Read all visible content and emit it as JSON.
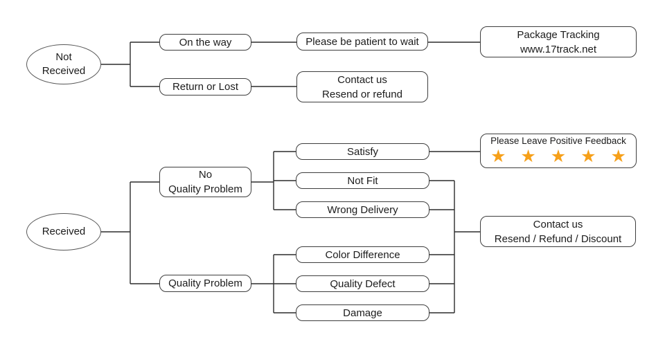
{
  "colors": {
    "background": "#ffffff",
    "line": "#2b2b2b",
    "box_border": "#3d3d3d",
    "text": "#1b1b1b",
    "star_orange": "#f6a01a"
  },
  "nodes": {
    "not_received": {
      "label": "Not\nReceived"
    },
    "received": {
      "label": "Received"
    },
    "on_the_way": {
      "label": "On the way"
    },
    "return_or_lost": {
      "label": "Return or Lost"
    },
    "please_wait": {
      "label": "Please be patient to wait"
    },
    "contact_resend_refund": {
      "label": "Contact us\nResend or refund"
    },
    "package_tracking": {
      "label": "Package Tracking\nwww.17track.net"
    },
    "no_quality_problem": {
      "label": "No\nQuality Problem"
    },
    "quality_problem": {
      "label": "Quality Problem"
    },
    "satisfy": {
      "label": "Satisfy"
    },
    "not_fit": {
      "label": "Not Fit"
    },
    "wrong_delivery": {
      "label": "Wrong Delivery"
    },
    "color_difference": {
      "label": "Color Difference"
    },
    "quality_defect": {
      "label": "Quality Defect"
    },
    "damage": {
      "label": "Damage"
    },
    "positive_feedback": {
      "label": "Please Leave Positive Feedback",
      "stars": "★ ★ ★ ★ ★"
    },
    "contact_discount": {
      "label": "Contact us\nResend / Refund / Discount"
    }
  },
  "edges": [
    [
      "not_received",
      "on_the_way"
    ],
    [
      "not_received",
      "return_or_lost"
    ],
    [
      "on_the_way",
      "please_wait"
    ],
    [
      "please_wait",
      "package_tracking"
    ],
    [
      "return_or_lost",
      "contact_resend_refund"
    ],
    [
      "received",
      "no_quality_problem"
    ],
    [
      "received",
      "quality_problem"
    ],
    [
      "no_quality_problem",
      "satisfy"
    ],
    [
      "no_quality_problem",
      "not_fit"
    ],
    [
      "no_quality_problem",
      "wrong_delivery"
    ],
    [
      "satisfy",
      "positive_feedback"
    ],
    [
      "quality_problem",
      "color_difference"
    ],
    [
      "quality_problem",
      "quality_defect"
    ],
    [
      "quality_problem",
      "damage"
    ],
    [
      "not_fit",
      "contact_discount"
    ],
    [
      "wrong_delivery",
      "contact_discount"
    ],
    [
      "color_difference",
      "contact_discount"
    ],
    [
      "quality_defect",
      "contact_discount"
    ],
    [
      "damage",
      "contact_discount"
    ]
  ]
}
